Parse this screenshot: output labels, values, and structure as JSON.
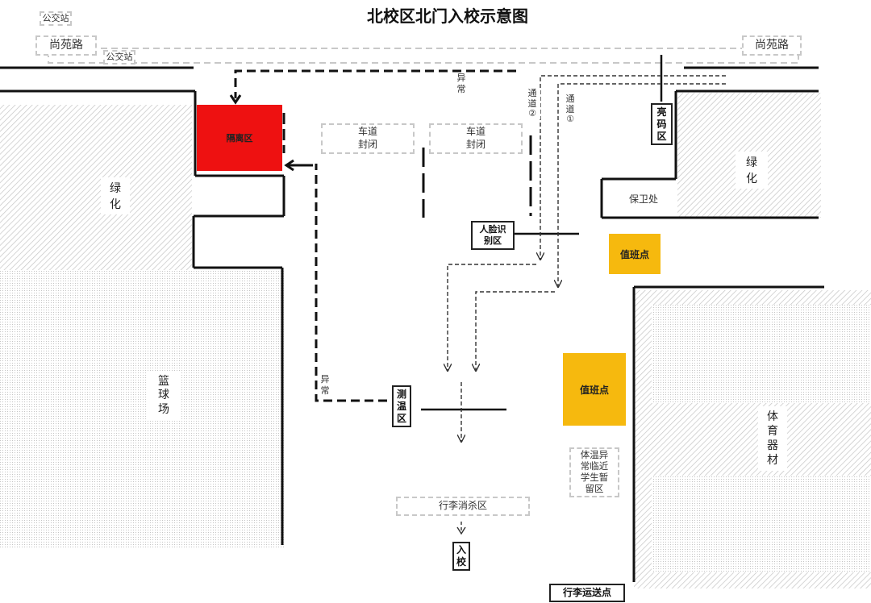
{
  "title": "北校区北门入校示意图",
  "roads": {
    "left": "尚苑路",
    "right": "尚苑路"
  },
  "bus_stops": {
    "top": "公交站",
    "mid": "公交站"
  },
  "zones": {
    "isolation": "隔离区",
    "lane_closed_1": "车道\n封闭",
    "lane_closed_2": "车道\n封闭",
    "greenery_left": "绿\n化",
    "greenery_right": "绿\n化",
    "basketball": "篮\n球\n场",
    "sports_equipment": "体\n育\n器\n材",
    "security": "保卫处",
    "health_code": "亮\n码\n区",
    "face_recognition": "人脸识\n别区",
    "temperature": "测\n温\n区",
    "duty_point_1": "值班点",
    "duty_point_2": "值班点",
    "temp_abnormal": "体温异\n常临近\n学生暂\n留区",
    "luggage_disinfect": "行李消杀区",
    "enter": "入\n校",
    "luggage_transport": "行李运送点"
  },
  "path_labels": {
    "abnormal_top": "异\n常",
    "abnormal_left": "异\n常",
    "channel_2": "通\n道\n②",
    "channel_1": "通\n道\n①"
  },
  "colors": {
    "isolation": "#ee1111",
    "duty": "#f6b90e",
    "line": "#111111",
    "dashed_box": "#c8c8c8"
  }
}
